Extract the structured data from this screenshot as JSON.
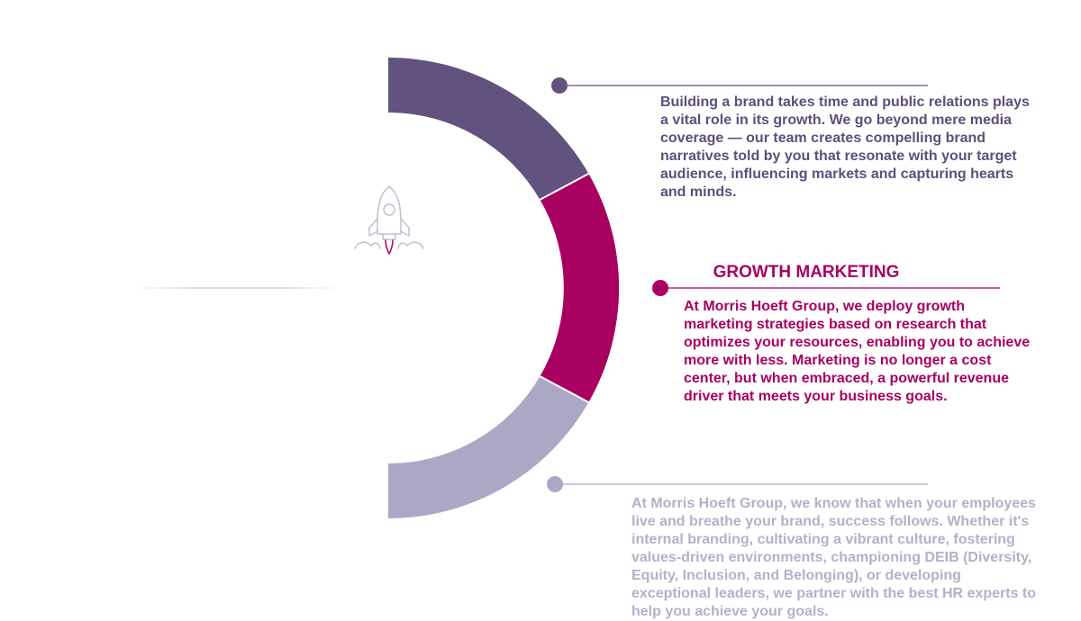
{
  "colors": {
    "segment_1": "#62527f",
    "segment_2": "#a80060",
    "segment_3": "#aaa8c4",
    "text_1": "#5e4e7b",
    "text_2": "#a80060",
    "text_3": "#b3b1c9",
    "rocket": "#c3bfd3",
    "rocket_flame": "#a80060"
  },
  "icons": {
    "rocket": "rocket-icon"
  },
  "sections": [
    {
      "heading": "",
      "body": "Building a brand takes time and public relations plays a vital role in its growth. We go beyond mere media coverage — our team creates compelling brand narratives told by you that resonate with your target audience, influencing markets and capturing hearts and minds."
    },
    {
      "heading": "GROWTH MARKETING",
      "body": "At Morris Hoeft Group, we deploy growth marketing strategies based on research that optimizes your resources, enabling you to achieve more with less. Marketing is no longer a cost center, but when embraced, a powerful revenue driver that meets your business goals."
    },
    {
      "heading": "",
      "body": "At Morris Hoeft Group, we know that when your employees live and breathe your brand, success follows. Whether it's internal branding, cultivating a vibrant culture, fostering values-driven environments, championing DEIB (Diversity, Equity, Inclusion, and Belonging), or developing exceptional leaders, we partner with the best HR experts to help you achieve your goals."
    }
  ]
}
